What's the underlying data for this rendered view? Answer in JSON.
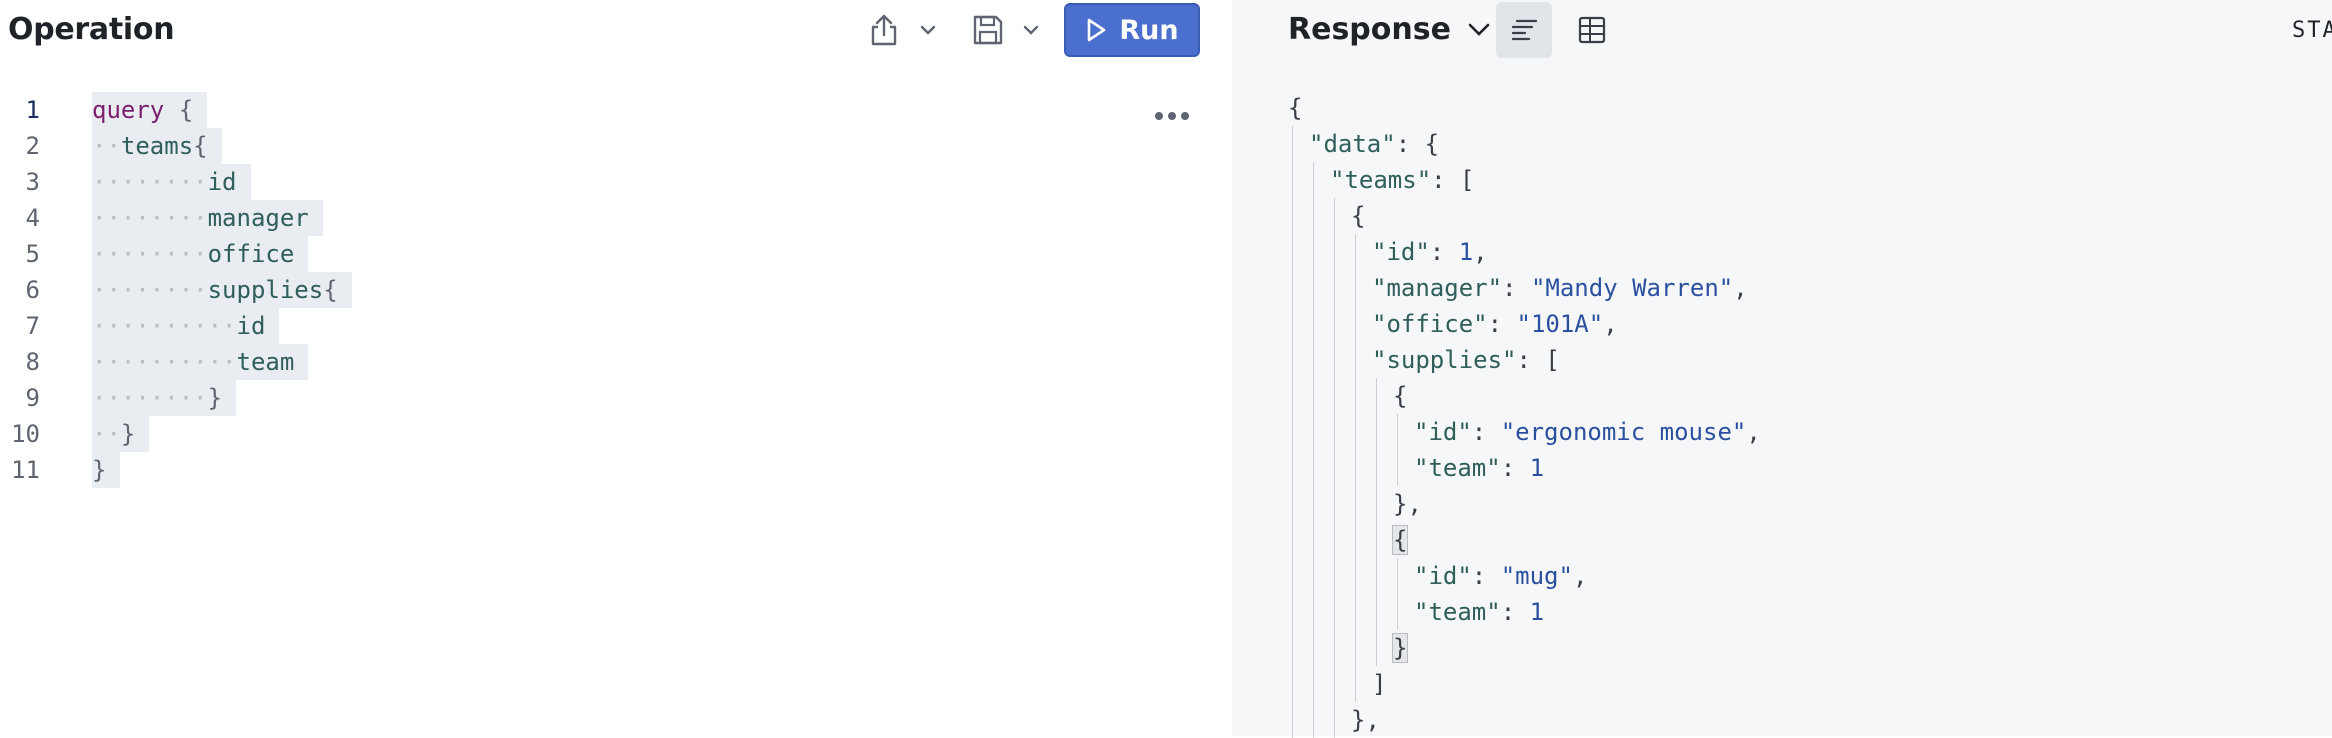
{
  "operation": {
    "title": "Operation",
    "run_label": "Run",
    "icons": [
      "share-icon",
      "chevron-down-icon",
      "save-icon",
      "chevron-down-icon",
      "play-icon",
      "more-icon"
    ],
    "lines": [
      {
        "n": "1",
        "indent": "",
        "parts": [
          {
            "t": "query",
            "c": "kw"
          },
          {
            "t": " {",
            "c": "pn"
          }
        ]
      },
      {
        "n": "2",
        "indent": "··",
        "parts": [
          {
            "t": "teams",
            "c": "fld"
          },
          {
            "t": "{",
            "c": "pn"
          }
        ]
      },
      {
        "n": "3",
        "indent": "········",
        "parts": [
          {
            "t": "id",
            "c": "fld"
          }
        ]
      },
      {
        "n": "4",
        "indent": "········",
        "parts": [
          {
            "t": "manager",
            "c": "fld"
          }
        ]
      },
      {
        "n": "5",
        "indent": "········",
        "parts": [
          {
            "t": "office",
            "c": "fld"
          }
        ]
      },
      {
        "n": "6",
        "indent": "········",
        "parts": [
          {
            "t": "supplies",
            "c": "fld"
          },
          {
            "t": "{",
            "c": "pn"
          }
        ]
      },
      {
        "n": "7",
        "indent": "··········",
        "parts": [
          {
            "t": "id",
            "c": "fld"
          }
        ]
      },
      {
        "n": "8",
        "indent": "··········",
        "parts": [
          {
            "t": "team",
            "c": "fld"
          }
        ]
      },
      {
        "n": "9",
        "indent": "········",
        "parts": [
          {
            "t": "}",
            "c": "pn"
          }
        ]
      },
      {
        "n": "10",
        "indent": "··",
        "parts": [
          {
            "t": "}",
            "c": "pn"
          }
        ]
      },
      {
        "n": "11",
        "indent": "",
        "parts": [
          {
            "t": "}",
            "c": "pn"
          }
        ]
      }
    ]
  },
  "response": {
    "title": "Response",
    "status_label": "STA",
    "icons": [
      "chevron-down-icon",
      "text-view-icon",
      "table-view-icon"
    ],
    "lines": [
      {
        "depth": 0,
        "parts": [
          {
            "t": "{",
            "c": "jpn"
          }
        ]
      },
      {
        "depth": 1,
        "parts": [
          {
            "t": "\"data\"",
            "c": "jkey"
          },
          {
            "t": ": {",
            "c": "jpn"
          }
        ]
      },
      {
        "depth": 2,
        "parts": [
          {
            "t": "\"teams\"",
            "c": "jkey"
          },
          {
            "t": ": [",
            "c": "jpn"
          }
        ]
      },
      {
        "depth": 3,
        "parts": [
          {
            "t": "{",
            "c": "jpn"
          }
        ]
      },
      {
        "depth": 4,
        "parts": [
          {
            "t": "\"id\"",
            "c": "jkey"
          },
          {
            "t": ": ",
            "c": "jpn"
          },
          {
            "t": "1",
            "c": "jnum"
          },
          {
            "t": ",",
            "c": "jpn"
          }
        ]
      },
      {
        "depth": 4,
        "parts": [
          {
            "t": "\"manager\"",
            "c": "jkey"
          },
          {
            "t": ": ",
            "c": "jpn"
          },
          {
            "t": "\"Mandy Warren\"",
            "c": "jstr"
          },
          {
            "t": ",",
            "c": "jpn"
          }
        ]
      },
      {
        "depth": 4,
        "parts": [
          {
            "t": "\"office\"",
            "c": "jkey"
          },
          {
            "t": ": ",
            "c": "jpn"
          },
          {
            "t": "\"101A\"",
            "c": "jstr"
          },
          {
            "t": ",",
            "c": "jpn"
          }
        ]
      },
      {
        "depth": 4,
        "parts": [
          {
            "t": "\"supplies\"",
            "c": "jkey"
          },
          {
            "t": ": [",
            "c": "jpn"
          }
        ]
      },
      {
        "depth": 5,
        "parts": [
          {
            "t": "{",
            "c": "jpn"
          }
        ]
      },
      {
        "depth": 6,
        "parts": [
          {
            "t": "\"id\"",
            "c": "jkey"
          },
          {
            "t": ": ",
            "c": "jpn"
          },
          {
            "t": "\"ergonomic mouse\"",
            "c": "jstr"
          },
          {
            "t": ",",
            "c": "jpn"
          }
        ]
      },
      {
        "depth": 6,
        "parts": [
          {
            "t": "\"team\"",
            "c": "jkey"
          },
          {
            "t": ": ",
            "c": "jpn"
          },
          {
            "t": "1",
            "c": "jnum"
          }
        ]
      },
      {
        "depth": 5,
        "parts": [
          {
            "t": "},",
            "c": "jpn"
          }
        ]
      },
      {
        "depth": 5,
        "parts": [
          {
            "t": "{",
            "c": "jpn",
            "hl": true
          }
        ]
      },
      {
        "depth": 6,
        "parts": [
          {
            "t": "\"id\"",
            "c": "jkey"
          },
          {
            "t": ": ",
            "c": "jpn"
          },
          {
            "t": "\"mug\"",
            "c": "jstr"
          },
          {
            "t": ",",
            "c": "jpn"
          }
        ]
      },
      {
        "depth": 6,
        "parts": [
          {
            "t": "\"team\"",
            "c": "jkey"
          },
          {
            "t": ": ",
            "c": "jpn"
          },
          {
            "t": "1",
            "c": "jnum"
          }
        ]
      },
      {
        "depth": 5,
        "parts": [
          {
            "t": "}",
            "c": "jpn",
            "hl": true
          }
        ]
      },
      {
        "depth": 4,
        "parts": [
          {
            "t": "]",
            "c": "jpn"
          }
        ]
      },
      {
        "depth": 3,
        "parts": [
          {
            "t": "},",
            "c": "jpn"
          }
        ]
      }
    ]
  },
  "colors": {
    "run_button": "#4a6fcf",
    "response_background": "#f6f7f9",
    "keyword": "#7b1f6d",
    "field": "#2f5e5b",
    "value": "#2b50a0"
  }
}
